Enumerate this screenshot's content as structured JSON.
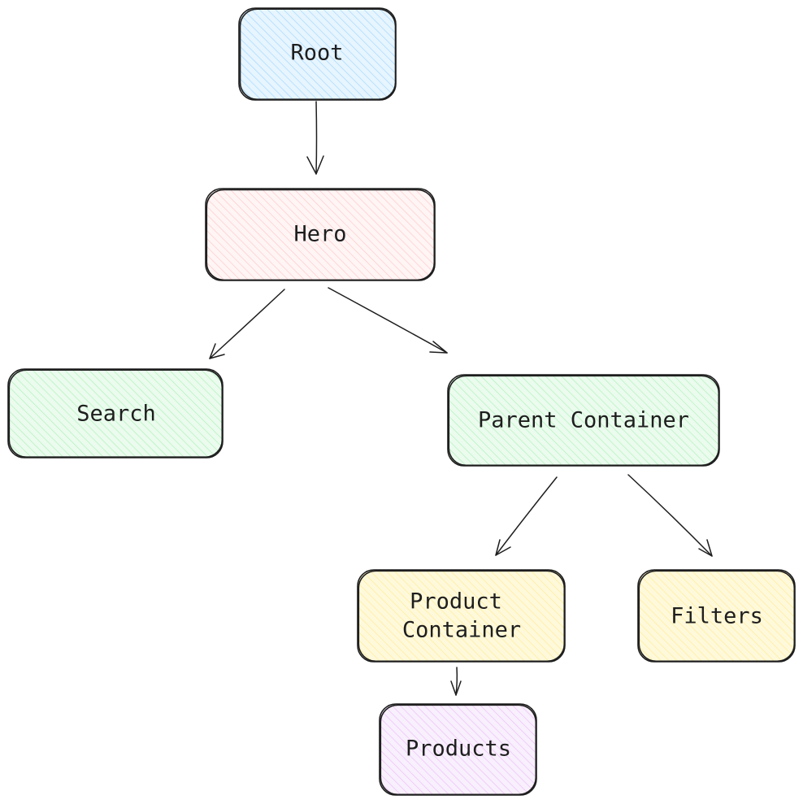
{
  "colors": {
    "stroke": "#1e1e1e",
    "blue": "#a5d8ff",
    "red": "#ffc9c9",
    "green": "#b2f2bb",
    "yellow": "#ffec99",
    "purple": "#eebefa"
  },
  "nodes": {
    "root": {
      "label": "Root",
      "color": "blue"
    },
    "hero": {
      "label": "Hero",
      "color": "red"
    },
    "search": {
      "label": "Search",
      "color": "green"
    },
    "parent_container": {
      "label": "Parent Container",
      "color": "green"
    },
    "product_container": {
      "label_line1": "Product",
      "label_line2": "Container",
      "color": "yellow"
    },
    "filters": {
      "label": "Filters",
      "color": "yellow"
    },
    "products": {
      "label": "Products",
      "color": "purple"
    }
  },
  "edges": [
    {
      "from": "Root",
      "to": "Hero"
    },
    {
      "from": "Hero",
      "to": "Search"
    },
    {
      "from": "Hero",
      "to": "Parent Container"
    },
    {
      "from": "Parent Container",
      "to": "Product Container"
    },
    {
      "from": "Parent Container",
      "to": "Filters"
    },
    {
      "from": "Product Container",
      "to": "Products"
    }
  ]
}
